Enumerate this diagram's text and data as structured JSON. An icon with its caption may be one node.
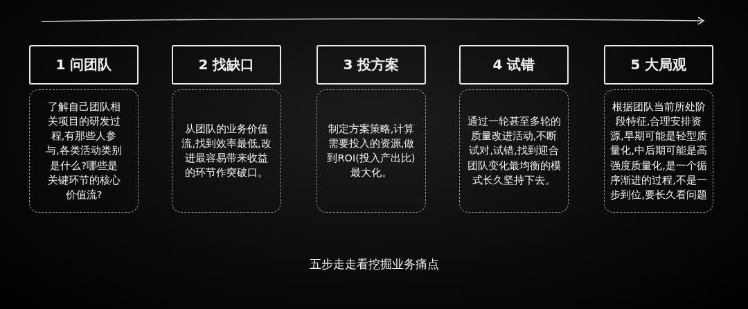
{
  "diagram": {
    "caption": "五步走走看挖掘业务痛点",
    "nodes": [
      {
        "text": [
          "1 问团队"
        ]
      },
      {
        "text": [
          "了解自己团队相关项目的研发过程,有那些人参与,各类活动类别是什么?哪些是关键环节的核心价值流?"
        ]
      },
      {
        "text": [
          "2 找缺口"
        ]
      },
      {
        "text": [
          "从团队的业务价值流,找到效率最低,改进最容易带来收益的环节作突破口。"
        ]
      },
      {
        "text": [
          "3 投方案"
        ]
      },
      {
        "text": [
          "制定方案策略,计算需要投入的资源,做到ROI(投入产出比)最大化。"
        ]
      },
      {
        "text": [
          "4 试错"
        ]
      },
      {
        "text": [
          "通过一轮甚至多轮的质量改进活动,不断试对,试错,找到迎合团队变化最均衡的模式长久坚持下去。"
        ]
      },
      {
        "text": [
          "5 大局观"
        ]
      },
      {
        "text": [
          "根据团队当前所处阶段特征,合理安排资源,早期可能是轻型质量化,中后期可能是高强度质量化,是一个循序渐进的过程,不是一步到位,要长久看问题"
        ]
      }
    ],
    "edges": []
  }
}
